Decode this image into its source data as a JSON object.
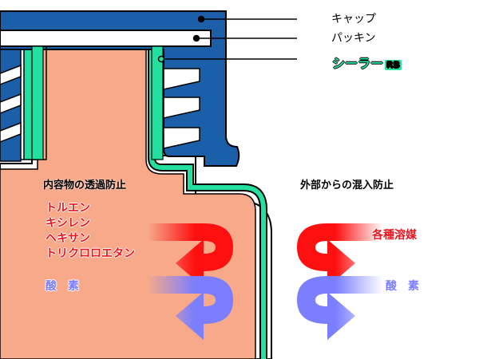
{
  "labels": {
    "cap": "キャップ",
    "packing": "パッキン",
    "sealer": "シーラー",
    "sealer_suffix": "RB"
  },
  "sections": {
    "inner": "内容物の透過防止",
    "outer": "外部からの混入防止"
  },
  "inner_items": [
    "トルエン",
    "キシレン",
    "ヘキサン",
    "トリクロロエタン"
  ],
  "inner_oxygen": "酸　素",
  "outer_solvent": "各種溶媒",
  "outer_oxygen": "酸　素",
  "colors": {
    "cap": "#1a5fa8",
    "packing": "#ffffff",
    "sealer": "#23e0a0",
    "contents": "#f7a98a",
    "solvent_arrow": "#e8141e",
    "oxygen_arrow": "#7b7eff"
  },
  "icons": [
    "red-curved-arrow",
    "blue-curved-arrow"
  ]
}
